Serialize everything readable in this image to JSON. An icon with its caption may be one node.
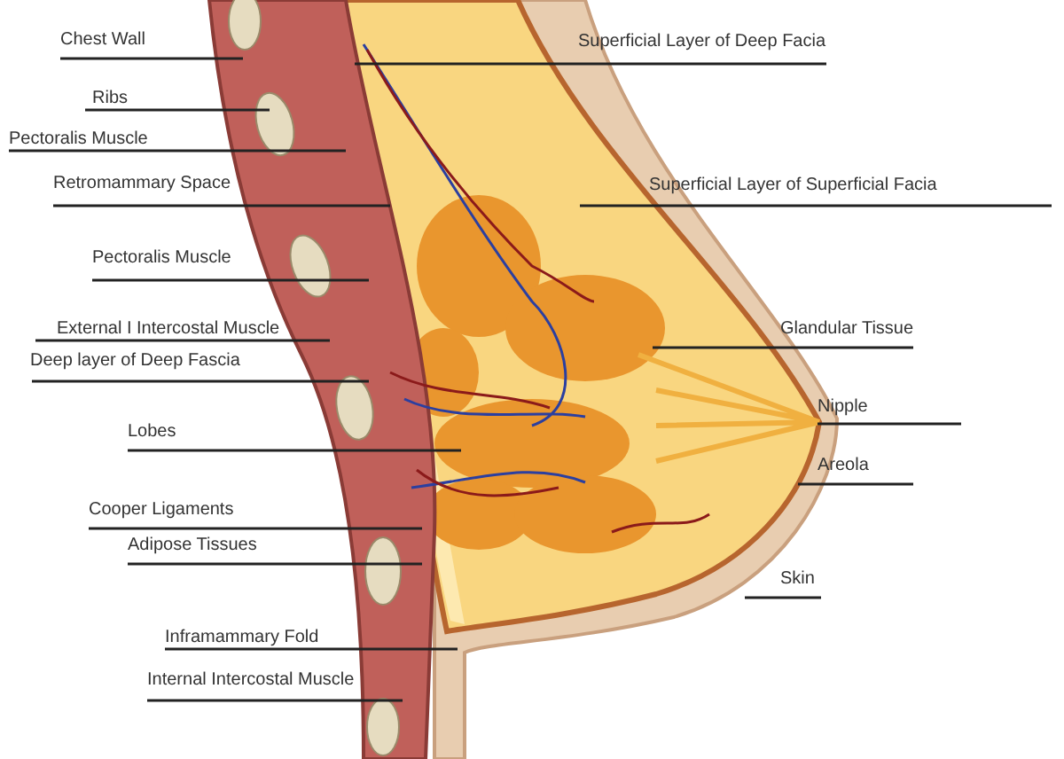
{
  "diagram": {
    "nodes": [
      {
        "text": [
          "Chest Wall"
        ]
      },
      {
        "text": [
          "Ribs"
        ]
      },
      {
        "text": [
          "Pectoralis Muscle"
        ]
      },
      {
        "text": [
          "Retromammary Space"
        ]
      },
      {
        "text": [
          "Pectoralis Muscle"
        ]
      },
      {
        "text": [
          "External I Intercostal Muscle"
        ]
      },
      {
        "text": [
          "Deep layer of Deep Fascia"
        ]
      },
      {
        "text": [
          "Lobes"
        ]
      },
      {
        "text": [
          "Cooper Ligaments"
        ]
      },
      {
        "text": [
          "Adipose Tissues"
        ]
      },
      {
        "text": [
          "Inframammary Fold"
        ]
      },
      {
        "text": [
          "Internal Intercostal Muscle"
        ]
      },
      {
        "text": [
          "Superficial Layer of Deep Facia"
        ]
      },
      {
        "text": [
          "Superficial Layer of Superficial  Facia"
        ]
      },
      {
        "text": [
          "Glandular Tissue"
        ]
      },
      {
        "text": [
          "Nipple"
        ]
      },
      {
        "text": [
          "Areola"
        ]
      },
      {
        "text": [
          "Skin"
        ]
      }
    ],
    "edges": [
      {
        "from": 0,
        "to": null,
        "arrow": "none"
      },
      {
        "from": 1,
        "to": null,
        "arrow": "none"
      },
      {
        "from": 2,
        "to": null,
        "arrow": "none"
      },
      {
        "from": 3,
        "to": null,
        "arrow": "none"
      },
      {
        "from": 4,
        "to": null,
        "arrow": "none"
      },
      {
        "from": 5,
        "to": null,
        "arrow": "none"
      },
      {
        "from": 6,
        "to": null,
        "arrow": "none"
      },
      {
        "from": 7,
        "to": null,
        "arrow": "none"
      },
      {
        "from": 8,
        "to": null,
        "arrow": "none"
      },
      {
        "from": 9,
        "to": null,
        "arrow": "none"
      },
      {
        "from": 10,
        "to": null,
        "arrow": "none"
      },
      {
        "from": 11,
        "to": null,
        "arrow": "none"
      },
      {
        "from": 12,
        "to": null,
        "arrow": "none"
      },
      {
        "from": 13,
        "to": null,
        "arrow": "none"
      },
      {
        "from": 14,
        "to": null,
        "arrow": "none"
      },
      {
        "from": 15,
        "to": null,
        "arrow": "none"
      },
      {
        "from": 16,
        "to": null,
        "arrow": "none"
      },
      {
        "from": 17,
        "to": null,
        "arrow": "none"
      }
    ]
  }
}
